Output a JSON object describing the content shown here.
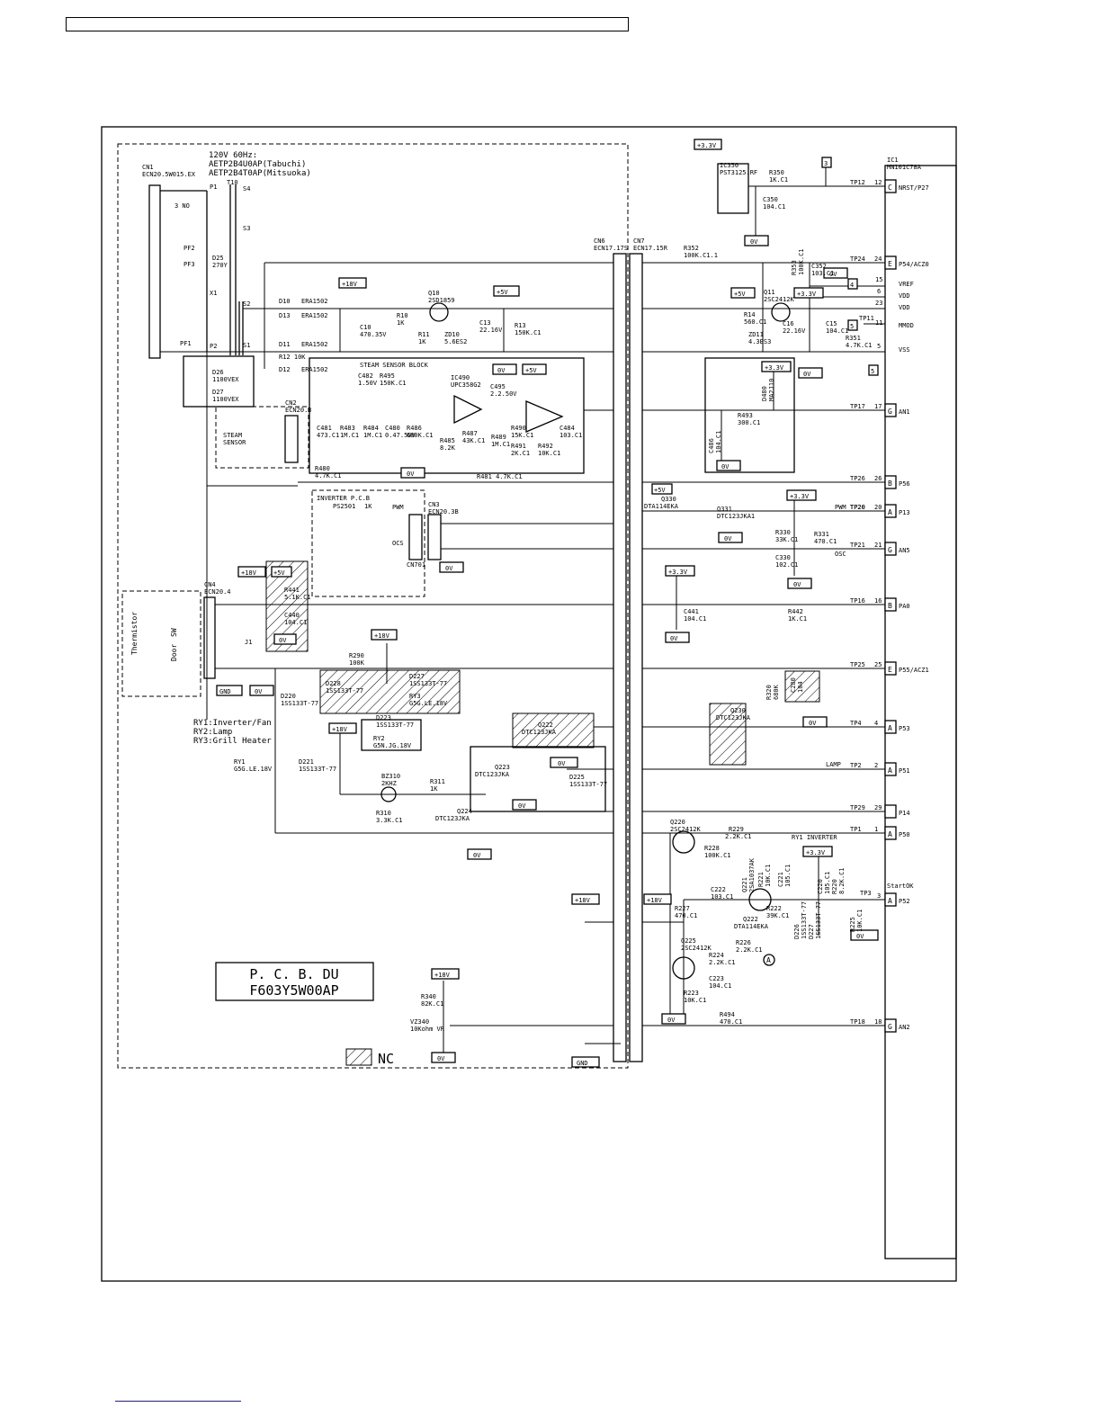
{
  "frame": {
    "supply_note": [
      "120V 60Hz:",
      "AETP2B4U0AP(Tabuchi)",
      "AETP2B4T0AP(Mitsuoka)"
    ],
    "board_title": [
      "P. C. B. DU",
      "F603Y5W00AP"
    ],
    "nc_legend": "NC",
    "relay_notes": [
      "RY1:Inverter/Fan",
      "RY2:Lamp",
      "RY3:Grill Heater"
    ]
  },
  "connectors": {
    "cn1": [
      "CN1",
      "ECN20.5W015.EX"
    ],
    "cn2": [
      "CN2",
      "ECN20.3"
    ],
    "cn3": [
      "CN3",
      "ECN20.3B"
    ],
    "cn4": [
      "CN4",
      "ECN20.4"
    ],
    "cn6": [
      "CN6",
      "ECN17.17S"
    ],
    "cn7": [
      "CN7",
      "ECN17.15R"
    ],
    "cn701": "CN701"
  },
  "blocks": {
    "steam_sensor_block": "STEAM SENSOR BLOCK",
    "inverter_pcb": "INVERTER P.C.B",
    "steam_sensor": [
      "STEAM",
      "SENSOR"
    ],
    "thermistor": "Thermistor",
    "door_sw": [
      "Door",
      "SW"
    ]
  },
  "rails": {
    "p18": "+18V",
    "p5": "+5V",
    "p33": "+3.3V",
    "zero": "0V",
    "gnd": "GND"
  },
  "ic1": {
    "ref": [
      "IC1",
      "MN101C78A"
    ],
    "pins": [
      {
        "tp": "TP12",
        "num": "12",
        "port": "C",
        "fn": "NRST/P27"
      },
      {
        "tp": "TP24",
        "num": "24",
        "port": "E",
        "fn": "P54/ACZ0"
      },
      {
        "tp": "",
        "num": "15",
        "port": "",
        "fn": "VREF"
      },
      {
        "tp": "",
        "num": "6",
        "port": "",
        "fn": "VDD"
      },
      {
        "tp": "",
        "num": "23",
        "port": "",
        "fn": "VDD"
      },
      {
        "tp": "TP11",
        "num": "11",
        "port": "",
        "fn": "MMOD"
      },
      {
        "tp": "",
        "num": "5",
        "port": "",
        "fn": "VSS"
      },
      {
        "tp": "TP17",
        "num": "17",
        "port": "G",
        "fn": "AN1"
      },
      {
        "tp": "TP26",
        "num": "26",
        "port": "B",
        "fn": "P56"
      },
      {
        "tp": "TP20",
        "num": "20",
        "port": "A",
        "fn": "P13"
      },
      {
        "tp": "TP21",
        "num": "21",
        "port": "G",
        "fn": "AN5"
      },
      {
        "tp": "TP16",
        "num": "16",
        "port": "B",
        "fn": "PA0"
      },
      {
        "tp": "TP25",
        "num": "25",
        "port": "E",
        "fn": "P55/ACZ1"
      },
      {
        "tp": "TP4",
        "num": "4",
        "port": "A",
        "fn": "P53"
      },
      {
        "tp": "TP2",
        "num": "2",
        "port": "A",
        "fn": "P51"
      },
      {
        "tp": "TP29",
        "num": "29",
        "port": "",
        "fn": "P14"
      },
      {
        "tp": "TP1",
        "num": "1",
        "port": "A",
        "fn": "P50"
      },
      {
        "tp": "",
        "num": "3",
        "port": "A",
        "fn": "P52"
      },
      {
        "tp": "TP18",
        "num": "18",
        "port": "G",
        "fn": "AN2"
      }
    ]
  },
  "net_labels": {
    "pwm": "PWM",
    "ocs": "OCS",
    "osc": "OSC",
    "lamp": "LAMP",
    "ry1_inverter": "RY1  INVERTER",
    "startok": "StartOK",
    "pwm_tp20": "PWM TP20",
    "node_a": "A",
    "ref3": "3",
    "ref4": "4",
    "ref5": "5"
  },
  "components": [
    {
      "ref": "T10",
      "lines": [
        "T10"
      ]
    },
    {
      "ref": "S4",
      "lines": [
        "S4"
      ]
    },
    {
      "ref": "S3",
      "lines": [
        "S3"
      ]
    },
    {
      "ref": "S2",
      "lines": [
        "S2"
      ]
    },
    {
      "ref": "S1",
      "lines": [
        "S1"
      ]
    },
    {
      "ref": "P1",
      "lines": [
        "P1"
      ]
    },
    {
      "ref": "P2",
      "lines": [
        "P2"
      ]
    },
    {
      "ref": "X1",
      "lines": [
        "X1"
      ]
    },
    {
      "ref": "PF1",
      "lines": [
        "PF1"
      ]
    },
    {
      "ref": "PF2",
      "lines": [
        "PF2"
      ]
    },
    {
      "ref": "PF3",
      "lines": [
        "PF3"
      ]
    },
    {
      "ref": "NO",
      "lines": [
        "3 NO"
      ]
    },
    {
      "ref": "D25",
      "lines": [
        "D25",
        "270Y"
      ]
    },
    {
      "ref": "D26",
      "lines": [
        "D26",
        "1100VEX"
      ]
    },
    {
      "ref": "D27",
      "lines": [
        "D27",
        "1100VEX"
      ]
    },
    {
      "ref": "D10",
      "lines": [
        "D10",
        "ERA1502"
      ]
    },
    {
      "ref": "D13",
      "lines": [
        "D13",
        "ERA1502"
      ]
    },
    {
      "ref": "D11",
      "lines": [
        "D11",
        "ERA1502"
      ]
    },
    {
      "ref": "D12",
      "lines": [
        "D12",
        "ERA1502"
      ]
    },
    {
      "ref": "R12",
      "lines": [
        "R12 10K"
      ]
    },
    {
      "ref": "C10",
      "lines": [
        "C10",
        "470.35V"
      ]
    },
    {
      "ref": "Q10",
      "lines": [
        "Q10",
        "2SD1859"
      ]
    },
    {
      "ref": "R10",
      "lines": [
        "R10",
        "1K"
      ]
    },
    {
      "ref": "R11",
      "lines": [
        "R11",
        "1K"
      ]
    },
    {
      "ref": "ZD10",
      "lines": [
        "ZD10",
        "5.6ES2"
      ]
    },
    {
      "ref": "C13",
      "lines": [
        "C13",
        "22.16V"
      ]
    },
    {
      "ref": "R13",
      "lines": [
        "R13",
        "150K.C1"
      ]
    },
    {
      "ref": "C482",
      "lines": [
        "C482",
        "1.50V"
      ]
    },
    {
      "ref": "R495",
      "lines": [
        "R495",
        "150K.C1"
      ]
    },
    {
      "ref": "IC490",
      "lines": [
        "IC490",
        "UPC358G2"
      ]
    },
    {
      "ref": "C495",
      "lines": [
        "C495",
        "2.2.50V"
      ]
    },
    {
      "ref": "C481",
      "lines": [
        "C481",
        "473.C1"
      ]
    },
    {
      "ref": "R483",
      "lines": [
        "R483",
        "1M.C1"
      ]
    },
    {
      "ref": "R484",
      "lines": [
        "R484",
        "1M.C1"
      ]
    },
    {
      "ref": "C480",
      "lines": [
        "C480",
        "0.47.50V"
      ]
    },
    {
      "ref": "R486",
      "lines": [
        "R486",
        "680K.C1"
      ]
    },
    {
      "ref": "R485",
      "lines": [
        "R485",
        "8.2K"
      ]
    },
    {
      "ref": "R487",
      "lines": [
        "R487",
        "43K.C1"
      ]
    },
    {
      "ref": "R489",
      "lines": [
        "R489",
        "1M.C1"
      ]
    },
    {
      "ref": "R490",
      "lines": [
        "R490",
        "15K.C1"
      ]
    },
    {
      "ref": "R491",
      "lines": [
        "R491",
        "2K.C1"
      ]
    },
    {
      "ref": "R492",
      "lines": [
        "R492",
        "10K.C1"
      ]
    },
    {
      "ref": "C484",
      "lines": [
        "C484",
        "103.C1"
      ]
    },
    {
      "ref": "R480",
      "lines": [
        "R480",
        "4.7K.C1"
      ]
    },
    {
      "ref": "R481",
      "lines": [
        "R481  4.7K.C1"
      ]
    },
    {
      "ref": "PS2501",
      "lines": [
        "PS2501"
      ]
    },
    {
      "ref": "R1K",
      "lines": [
        "1K"
      ]
    },
    {
      "ref": "R441",
      "lines": [
        "R441",
        "5.1K.C1"
      ]
    },
    {
      "ref": "C440",
      "lines": [
        "C440",
        "104.C1"
      ]
    },
    {
      "ref": "J1",
      "lines": [
        "J1"
      ]
    },
    {
      "ref": "R290",
      "lines": [
        "R290",
        "100K"
      ]
    },
    {
      "ref": "D228",
      "lines": [
        "D228",
        "1SS133T-77"
      ]
    },
    {
      "ref": "D227",
      "lines": [
        "D227",
        "1SS133T-77"
      ]
    },
    {
      "ref": "RY3",
      "lines": [
        "RY3",
        "G5G.LE.18V"
      ]
    },
    {
      "ref": "D220",
      "lines": [
        "D220",
        "1SS133T-77"
      ]
    },
    {
      "ref": "D223",
      "lines": [
        "D223",
        "1SS133T-77"
      ]
    },
    {
      "ref": "RY2",
      "lines": [
        "RY2",
        "G5N.JG.18V"
      ]
    },
    {
      "ref": "RY1",
      "lines": [
        "RY1",
        "G5G.LE.18V"
      ]
    },
    {
      "ref": "D221",
      "lines": [
        "D221",
        "1SS133T-77"
      ]
    },
    {
      "ref": "BZ310",
      "lines": [
        "BZ310",
        "2KHZ"
      ]
    },
    {
      "ref": "R311",
      "lines": [
        "R311",
        "1K"
      ]
    },
    {
      "ref": "R310",
      "lines": [
        "R310",
        "3.3K.C1"
      ]
    },
    {
      "ref": "Q222",
      "lines": [
        "Q222",
        "DTC123JKA"
      ]
    },
    {
      "ref": "Q223",
      "lines": [
        "Q223",
        "DTC123JKA"
      ]
    },
    {
      "ref": "D225",
      "lines": [
        "D225",
        "1SS133T-77"
      ]
    },
    {
      "ref": "Q224",
      "lines": [
        "Q224",
        "DTC123JKA"
      ]
    },
    {
      "ref": "R340",
      "lines": [
        "R340",
        "82K.C1"
      ]
    },
    {
      "ref": "VZ340",
      "lines": [
        "VZ340",
        "10Kohm VR"
      ]
    },
    {
      "ref": "IC350",
      "lines": [
        "IC350",
        "PST3125.RF"
      ]
    },
    {
      "ref": "R350",
      "lines": [
        "R350",
        "1K.C1"
      ]
    },
    {
      "ref": "C350",
      "lines": [
        "C350",
        "104.C1"
      ]
    },
    {
      "ref": "R352",
      "lines": [
        "R352",
        "100K.C1.1"
      ]
    },
    {
      "ref": "R353",
      "lines": [
        "R353",
        "100K.C1"
      ]
    },
    {
      "ref": "C352",
      "lines": [
        "C352",
        "103.C1"
      ]
    },
    {
      "ref": "Q11",
      "lines": [
        "Q11",
        "2SC2412K"
      ]
    },
    {
      "ref": "R14",
      "lines": [
        "R14",
        "560.C1"
      ]
    },
    {
      "ref": "ZD11",
      "lines": [
        "ZD11",
        "4.3ES3"
      ]
    },
    {
      "ref": "C16",
      "lines": [
        "C16",
        "22.16V"
      ]
    },
    {
      "ref": "C15",
      "lines": [
        "C15",
        "104.C1"
      ]
    },
    {
      "ref": "R351",
      "lines": [
        "R351",
        "4.7K.C1"
      ]
    },
    {
      "ref": "D480",
      "lines": [
        "D480",
        "MA2J10"
      ]
    },
    {
      "ref": "R493",
      "lines": [
        "R493",
        "300.C1"
      ]
    },
    {
      "ref": "C486",
      "lines": [
        "C486",
        "104.C1"
      ]
    },
    {
      "ref": "Q330",
      "lines": [
        "Q330",
        "DTA114EKA"
      ]
    },
    {
      "ref": "Q331",
      "lines": [
        "Q331",
        "DTC123JKA1"
      ]
    },
    {
      "ref": "R330",
      "lines": [
        "R330",
        "33K.C1"
      ]
    },
    {
      "ref": "R331",
      "lines": [
        "R331",
        "470.C1"
      ]
    },
    {
      "ref": "C330",
      "lines": [
        "C330",
        "102.C1"
      ]
    },
    {
      "ref": "R442",
      "lines": [
        "R442",
        "1K.C1"
      ]
    },
    {
      "ref": "C441",
      "lines": [
        "C441",
        "104.C1"
      ]
    },
    {
      "ref": "R320",
      "lines": [
        "R320",
        "680K"
      ]
    },
    {
      "ref": "C280",
      "lines": [
        "C280",
        "104"
      ]
    },
    {
      "ref": "Q230",
      "lines": [
        "Q230",
        "DTC123JKA"
      ]
    },
    {
      "ref": "Q220",
      "lines": [
        "Q220",
        "2SC2412K"
      ]
    },
    {
      "ref": "R229",
      "lines": [
        "R229",
        "2.2K.C1"
      ]
    },
    {
      "ref": "R228",
      "lines": [
        "R228",
        "100K.C1"
      ]
    },
    {
      "ref": "Q221",
      "lines": [
        "Q221",
        "2SA1037AK"
      ]
    },
    {
      "ref": "R221",
      "lines": [
        "R221",
        "10K.C1"
      ]
    },
    {
      "ref": "C221",
      "lines": [
        "C221",
        "105.C1"
      ]
    },
    {
      "ref": "C222",
      "lines": [
        "C222",
        "103.C1"
      ]
    },
    {
      "ref": "R222",
      "lines": [
        "R222",
        "39K.C1"
      ]
    },
    {
      "ref": "C220",
      "lines": [
        "C220",
        "105.C1"
      ]
    },
    {
      "ref": "R220",
      "lines": [
        "R220",
        "8.2K.C1"
      ]
    },
    {
      "ref": "TP3",
      "lines": [
        "TP3"
      ]
    },
    {
      "ref": "D226",
      "lines": [
        "D226",
        "1SS133T-77"
      ]
    },
    {
      "ref": "D227b",
      "lines": [
        "D227",
        "1SS133T-77"
      ]
    },
    {
      "ref": "R225",
      "lines": [
        "R225",
        "10K.C1"
      ]
    },
    {
      "ref": "R227",
      "lines": [
        "R227",
        "470.C1"
      ]
    },
    {
      "ref": "Q222b",
      "lines": [
        "Q222",
        "DTA114EKA"
      ]
    },
    {
      "ref": "Q225",
      "lines": [
        "Q225",
        "2SC2412K"
      ]
    },
    {
      "ref": "R226",
      "lines": [
        "R226",
        "2.2K.C1"
      ]
    },
    {
      "ref": "R224",
      "lines": [
        "R224",
        "2.2K.C1"
      ]
    },
    {
      "ref": "C223",
      "lines": [
        "C223",
        "104.C1"
      ]
    },
    {
      "ref": "R223",
      "lines": [
        "R223",
        "10K.C1"
      ]
    },
    {
      "ref": "R494",
      "lines": [
        "R494",
        "470.C1"
      ]
    }
  ]
}
